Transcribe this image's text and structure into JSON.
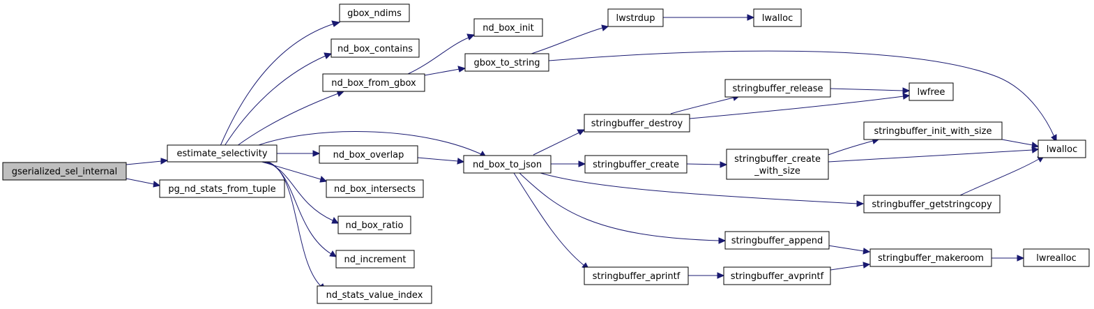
{
  "colors": {
    "edge": "#191970",
    "root_fill": "#bfbfbf",
    "node_fill": "#ffffff",
    "node_border": "#000000"
  },
  "nodes": {
    "gserialized_sel_internal": {
      "label": "gserialized_sel_internal"
    },
    "estimate_selectivity": {
      "label": "estimate_selectivity"
    },
    "pg_nd_stats_from_tuple": {
      "label": "pg_nd_stats_from_tuple"
    },
    "gbox_ndims": {
      "label": "gbox_ndims"
    },
    "nd_box_contains": {
      "label": "nd_box_contains"
    },
    "nd_box_from_gbox": {
      "label": "nd_box_from_gbox"
    },
    "nd_box_overlap": {
      "label": "nd_box_overlap"
    },
    "nd_box_intersects": {
      "label": "nd_box_intersects"
    },
    "nd_box_ratio": {
      "label": "nd_box_ratio"
    },
    "nd_increment": {
      "label": "nd_increment"
    },
    "nd_stats_value_index": {
      "label": "nd_stats_value_index"
    },
    "nd_box_init": {
      "label": "nd_box_init"
    },
    "gbox_to_string": {
      "label": "gbox_to_string"
    },
    "nd_box_to_json": {
      "label": "nd_box_to_json"
    },
    "lwstrdup": {
      "label": "lwstrdup"
    },
    "lwalloc_top": {
      "label": "lwalloc"
    },
    "lwalloc": {
      "label": "lwalloc"
    },
    "stringbuffer_release": {
      "label": "stringbuffer_release"
    },
    "lwfree": {
      "label": "lwfree"
    },
    "stringbuffer_destroy": {
      "label": "stringbuffer_destroy"
    },
    "stringbuffer_create": {
      "label": "stringbuffer_create"
    },
    "stringbuffer_create_with_size": {
      "label": "stringbuffer_create",
      "label2": "_with_size"
    },
    "stringbuffer_init_with_size": {
      "label": "stringbuffer_init_with_size"
    },
    "stringbuffer_getstringcopy": {
      "label": "stringbuffer_getstringcopy"
    },
    "stringbuffer_append": {
      "label": "stringbuffer_append"
    },
    "stringbuffer_makeroom": {
      "label": "stringbuffer_makeroom"
    },
    "lwrealloc": {
      "label": "lwrealloc"
    },
    "stringbuffer_aprintf": {
      "label": "stringbuffer_aprintf"
    },
    "stringbuffer_avprintf": {
      "label": "stringbuffer_avprintf"
    }
  }
}
